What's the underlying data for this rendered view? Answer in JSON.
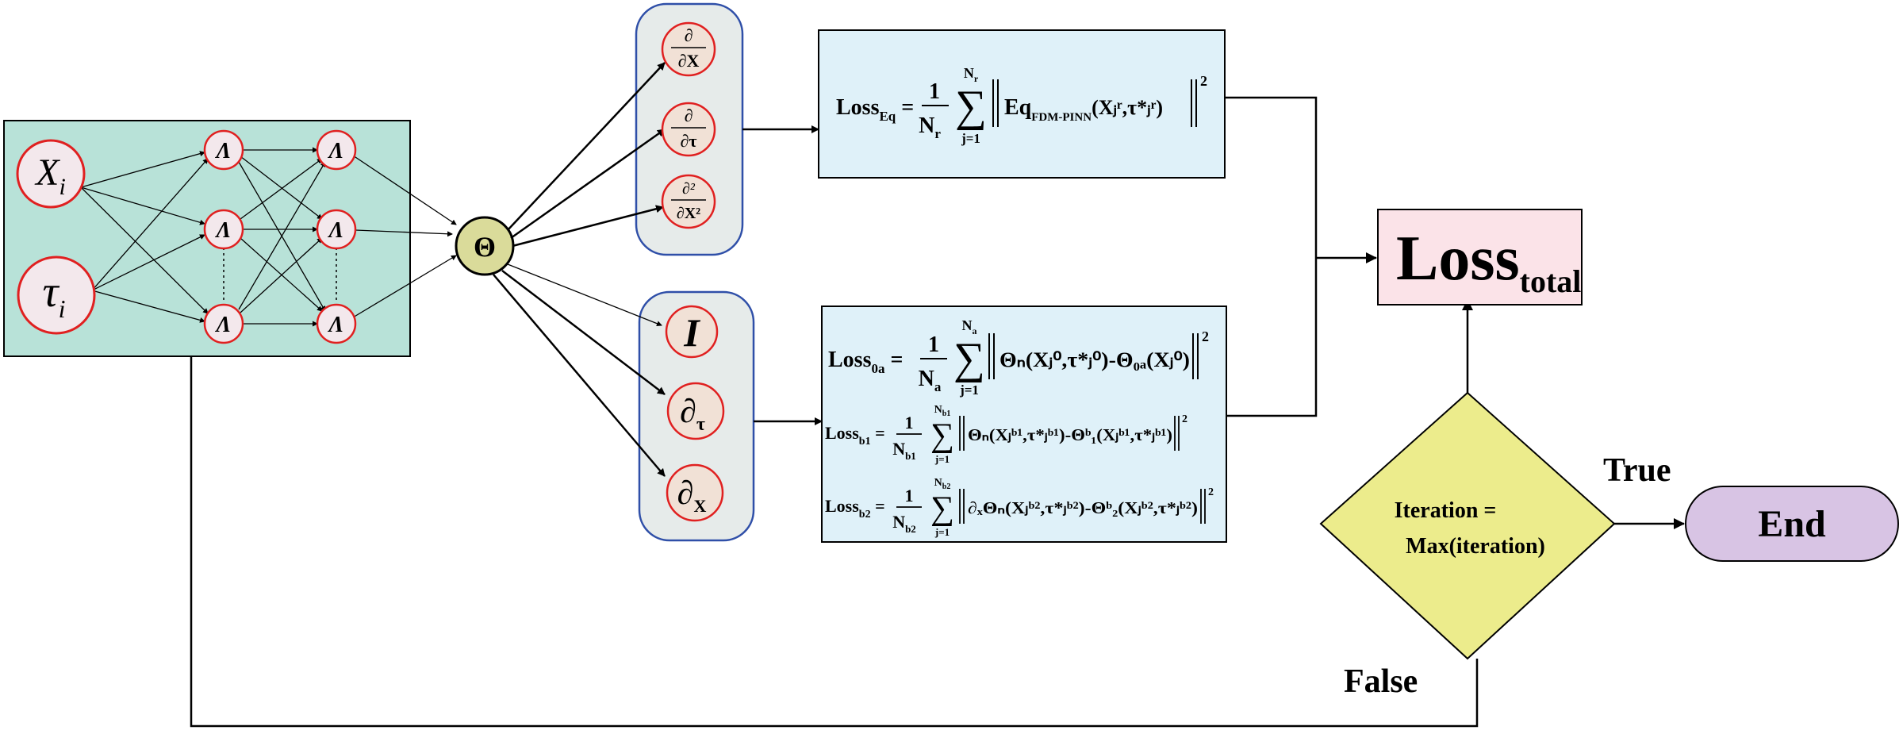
{
  "network": {
    "inputs": [
      {
        "base": "X",
        "sub": "i"
      },
      {
        "base": "τ",
        "sub": "i"
      }
    ],
    "neuron_symbol": "Λ",
    "output_symbol": "Θ"
  },
  "derivative_group": {
    "items": [
      {
        "num": "∂",
        "den": "∂X"
      },
      {
        "num": "∂",
        "den": "∂τ"
      },
      {
        "num": "∂²",
        "den": "∂X²"
      }
    ]
  },
  "operator_group": {
    "items": [
      {
        "base": "I",
        "sub": ""
      },
      {
        "base": "∂",
        "sub": "τ"
      },
      {
        "base": "∂",
        "sub": "X"
      }
    ]
  },
  "loss_eq": {
    "lhs": "Loss",
    "lhs_sub": "Eq",
    "frac_num": "1",
    "frac_den": "N",
    "frac_den_sub": "r",
    "sum_top": "N",
    "sum_top_sub": "r",
    "sum_bottom": "j=1",
    "body": "Eq",
    "body_sub": "FDM-PINN",
    "args": "(Xⱼʳ,τ*ⱼʳ)",
    "power": "2"
  },
  "loss_bc": {
    "rows": [
      {
        "lhs": "Loss",
        "lhs_sub": "0a",
        "den": "N",
        "den_sub": "a",
        "sum_top": "N",
        "sum_top_sub": "a",
        "body": "Θₙ(Xⱼ⁰,τ*ⱼ⁰)-Θ₀ₐ(Xⱼ⁰)"
      },
      {
        "lhs": "Loss",
        "lhs_sub": "b1",
        "den": "N",
        "den_sub": "b1",
        "sum_top": "N",
        "sum_top_sub": "b1",
        "body": "Θₙ(Xⱼᵇ¹,τ*ⱼᵇ¹)-Θᵇ₁(Xⱼᵇ¹,τ*ⱼᵇ¹)"
      },
      {
        "lhs": "Loss",
        "lhs_sub": "b2",
        "den": "N",
        "den_sub": "b2",
        "sum_top": "N",
        "sum_top_sub": "b2",
        "body": "∂ₓΘₙ(Xⱼᵇ²,τ*ⱼᵇ²)-Θᵇ₂(Xⱼᵇ²,τ*ⱼᵇ²)"
      }
    ],
    "frac_num": "1",
    "sum_bottom": "j=1",
    "power": "2"
  },
  "loss_total": {
    "base": "Loss",
    "sub": "total"
  },
  "decision": {
    "line1": "Iteration =",
    "line2": "Max(iteration)"
  },
  "labels": {
    "true": "True",
    "false": "False",
    "end": "End"
  },
  "colors": {
    "network_bg": "#b8e2d8",
    "loss_bg": "#dff1f9",
    "total_bg": "#fbe3e8",
    "decision_bg": "#ecec8c",
    "end_bg": "#d8c4e4",
    "node_border": "#e02020",
    "group_border": "#2f4fa8",
    "group_bg": "#e6ebea"
  }
}
